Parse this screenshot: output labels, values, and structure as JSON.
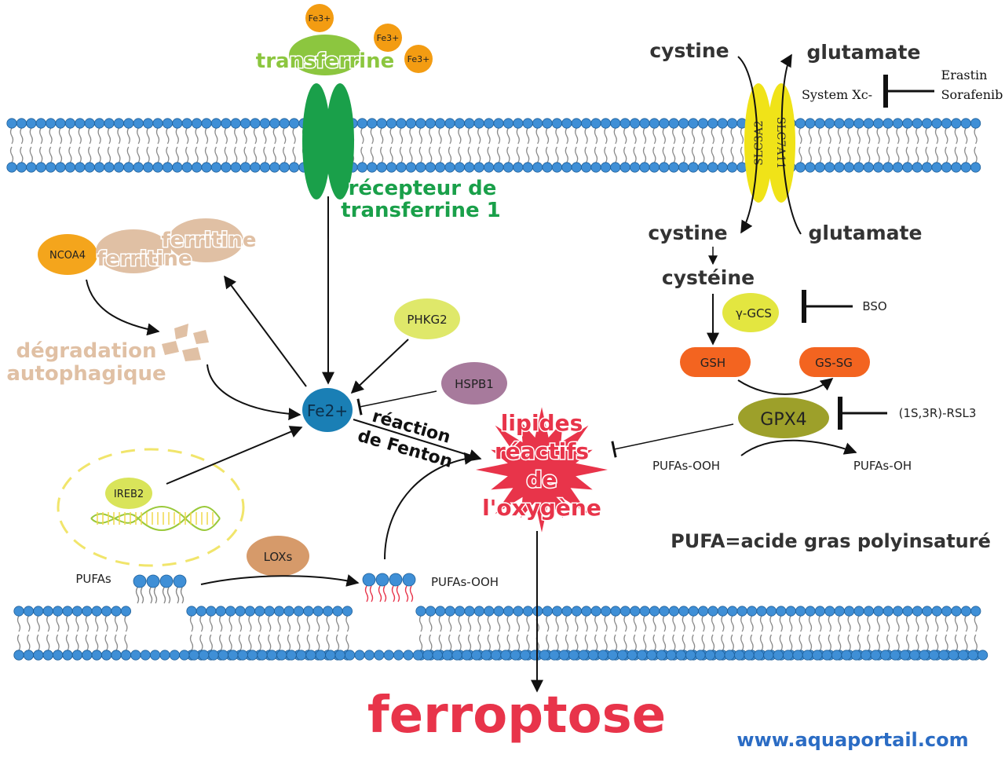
{
  "iron": {
    "fe3_1": "Fe3+",
    "fe3_2": "Fe3+",
    "fe3_3": "Fe3+",
    "transferrin": "transferrine",
    "receptor_line1": "récepteur de",
    "receptor_line2": "transferrine 1",
    "fe2": "Fe2+"
  },
  "ferritinophagy": {
    "ncoa4": "NCOA4",
    "ferritin_1": "ferritine",
    "ferritin_2": "ferritine",
    "degradation_line1": "dégradation",
    "degradation_line2": "autophagique"
  },
  "regulators": {
    "phkg2": "PHKG2",
    "hspb1": "HSPB1",
    "ireb2": "IREB2",
    "loxs": "LOXs"
  },
  "fenton": {
    "line1": "réaction",
    "line2": "de Fenton"
  },
  "ros": {
    "line1": "lipides",
    "line2": "réactifs",
    "line3": "de",
    "line4": "l'oxygène"
  },
  "system_xc": {
    "cystine_out": "cystine",
    "glutamate_out": "glutamate",
    "label": "System Xc-",
    "inhibitor_1": "Erastin",
    "inhibitor_2": "Sorafenib",
    "slc3a2": "SLC3A2",
    "slc7a11": "SLC7A11",
    "cystine_in": "cystine",
    "glutamate_in": "glutamate"
  },
  "gsh_pathway": {
    "cysteine": "cystéine",
    "gcs": "γ-GCS",
    "bso": "BSO",
    "gsh": "GSH",
    "gssg": "GS-SG",
    "gpx4": "GPX4",
    "rsl3": "(1S,3R)-RSL3",
    "pufa_ooh": "PUFAs-OOH",
    "pufa_oh": "PUFAs-OH"
  },
  "lipids": {
    "pufas": "PUFAs",
    "pufas_ooh": "PUFAs-OOH",
    "legend": "PUFA=acide gras polyinsaturé"
  },
  "outcome": "ferroptose",
  "watermark": "www.aquaportail.com",
  "colors": {
    "membrane_head": "#3f8fd6",
    "transferrin": "#8cc63f",
    "receptor": "#1aa04a",
    "fe3": "#f39c12",
    "fe2": "#1a7fb5",
    "ncoa4": "#f4a51c",
    "ferritin": "#e0c0a4",
    "phkg2": "#dfe86a",
    "hspb1": "#a77a9c",
    "ireb2": "#d9e45a",
    "loxs": "#d69a6a",
    "ros": "#e8344a",
    "slc": "#f0e318",
    "gcs": "#e3e640",
    "gsh": "#f36420",
    "gpx4": "#9da02a",
    "outcome": "#e8344a",
    "watermark": "#2b6cc4"
  }
}
